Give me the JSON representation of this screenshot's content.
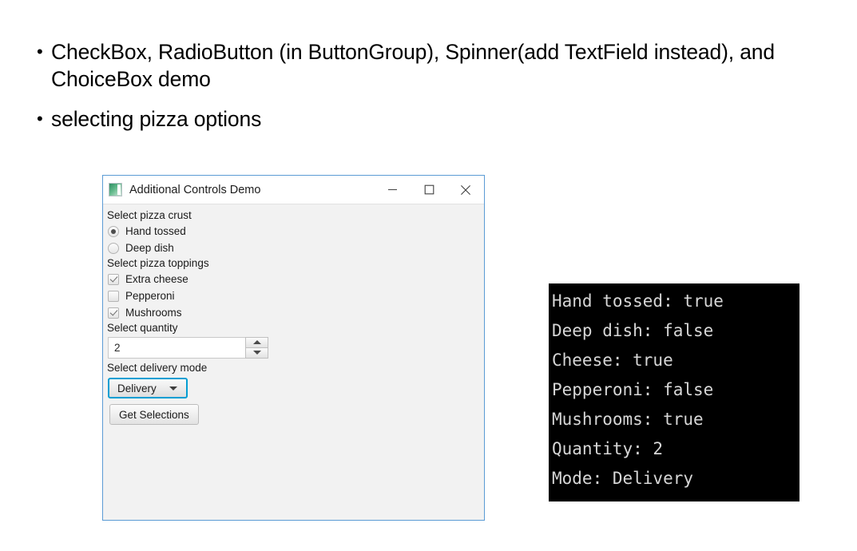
{
  "slide": {
    "bullets": [
      "CheckBox, RadioButton (in ButtonGroup), Spinner(add TextField instead), and ChoiceBox demo",
      "selecting pizza options"
    ],
    "bullet_glyph": "•"
  },
  "window": {
    "title": "Additional Controls Demo",
    "icon_name": "app-icon",
    "controls": {
      "minimize": "minimize-icon",
      "maximize": "maximize-icon",
      "close": "close-icon"
    },
    "border_color": "#5b9bd5",
    "background_color": "#f2f2f2"
  },
  "form": {
    "crust_label": "Select pizza crust",
    "crust_options": [
      {
        "label": "Hand tossed",
        "selected": true
      },
      {
        "label": "Deep dish",
        "selected": false
      }
    ],
    "toppings_label": "Select pizza toppings",
    "toppings": [
      {
        "label": "Extra cheese",
        "checked": true
      },
      {
        "label": "Pepperoni",
        "checked": false
      },
      {
        "label": "Mushrooms",
        "checked": true
      }
    ],
    "quantity_label": "Select quantity",
    "quantity_value": "2",
    "spinner_up_icon": "chevron-up-icon",
    "spinner_down_icon": "chevron-down-icon",
    "delivery_label": "Select delivery mode",
    "delivery_value": "Delivery",
    "delivery_arrow_icon": "chevron-down-icon",
    "submit_label": "Get Selections",
    "focus_color": "#039ed3"
  },
  "console": {
    "background_color": "#000000",
    "text_color": "#d6d6d6",
    "lines": [
      "Hand tossed: true",
      "Deep dish: false",
      "Cheese: true",
      "Pepperoni: false",
      "Mushrooms: true",
      "Quantity: 2",
      "Mode: Delivery"
    ]
  }
}
